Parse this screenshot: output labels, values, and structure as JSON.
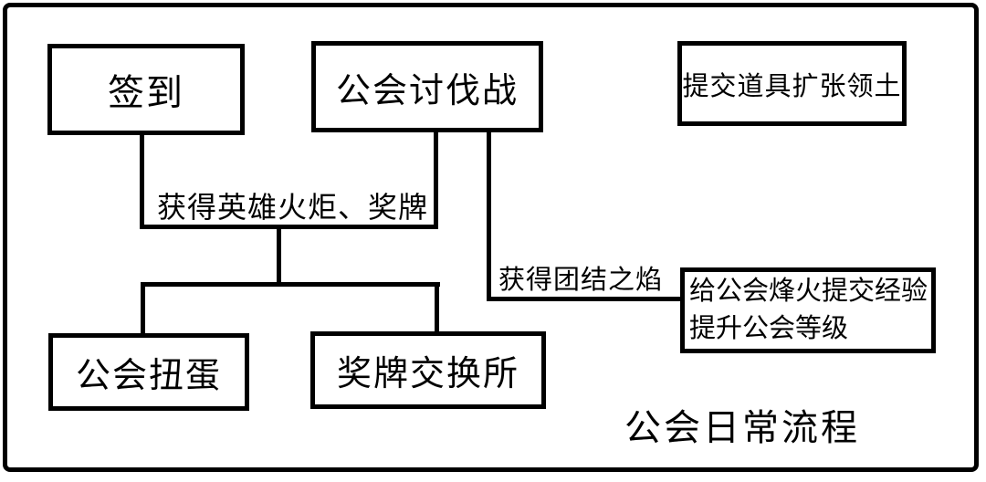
{
  "diagram": {
    "title": "公会日常流程",
    "colors": {
      "line": "#000000",
      "background": "#ffffff",
      "text": "#000000"
    },
    "nodes": {
      "sign_in": "签到",
      "guild_battle": "公会讨伐战",
      "submit_items": "提交道具扩张领土",
      "guild_gacha": "公会扭蛋",
      "medal_exchange": "奖牌交换所",
      "beacon_line1": "给公会烽火提交经验",
      "beacon_line2": "提升公会等级"
    },
    "edge_labels": {
      "hero_torch_medal": "获得英雄火炬、奖牌",
      "unity_flame": "获得团结之焰"
    }
  }
}
